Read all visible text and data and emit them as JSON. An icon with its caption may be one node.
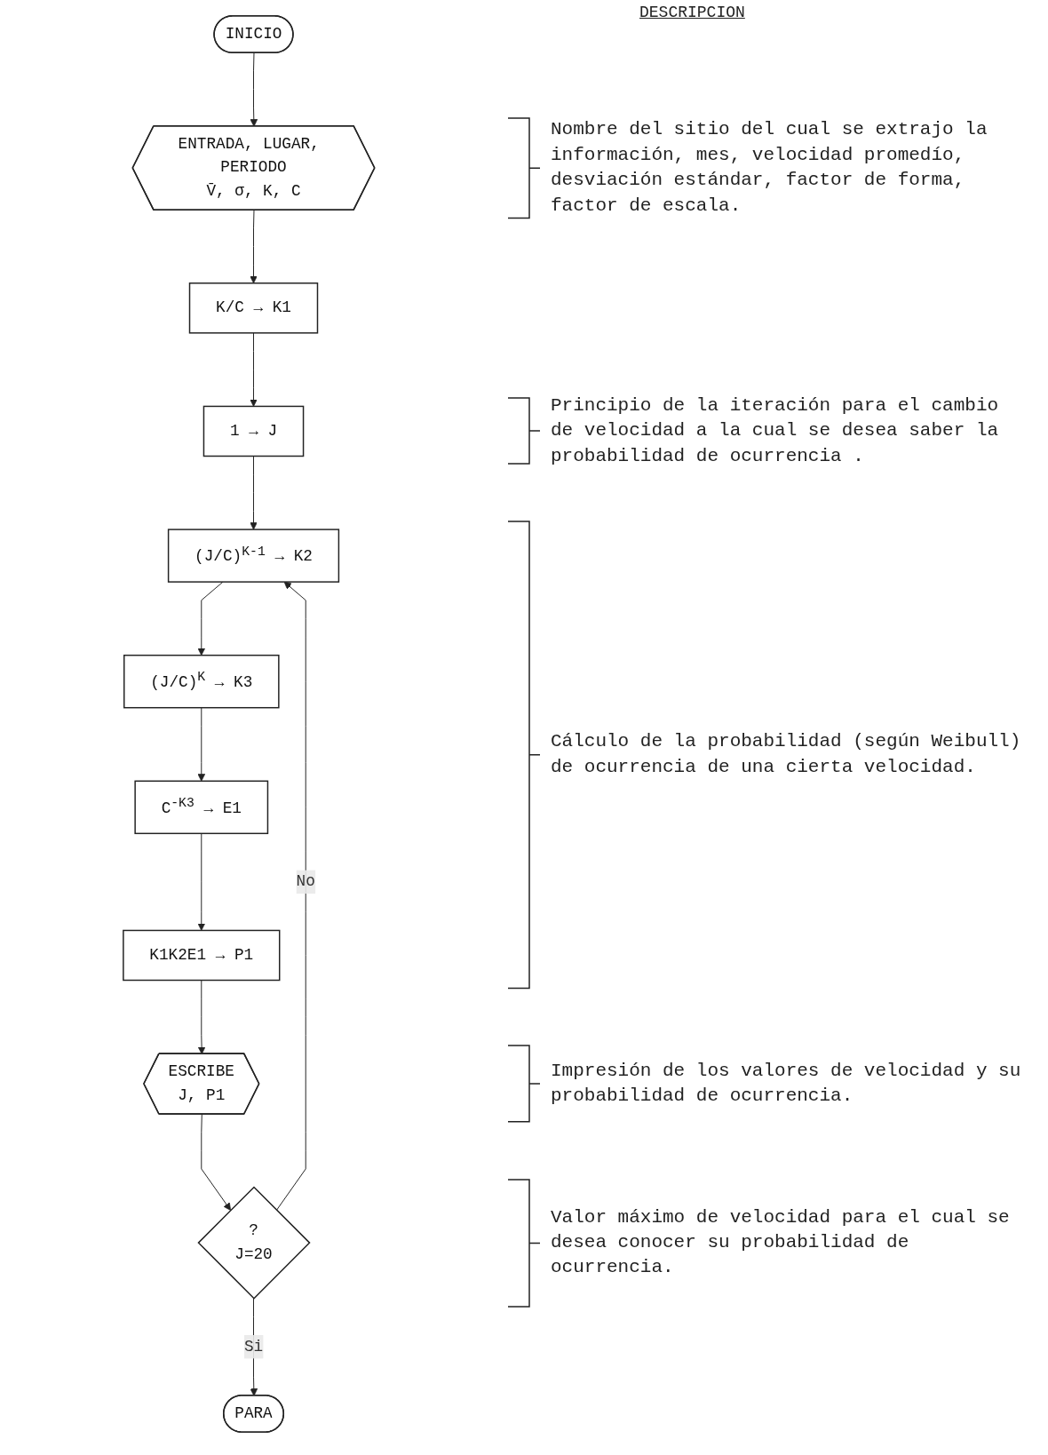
{
  "diagram": {
    "nodes": [
      {
        "text": [
          "INICIO"
        ]
      },
      {
        "text": [
          "ENTRADA, LUGAR, PERIODO",
          "V̄, σ, K, C"
        ]
      },
      {
        "text": [
          "K/C → K1"
        ]
      },
      {
        "text": [
          "1 → J"
        ]
      },
      {
        "text": [
          "(J/C)$^{K-1}$ → K2"
        ]
      },
      {
        "text": [
          "(J/C)$^{K}$ → K3"
        ]
      },
      {
        "text": [
          "C$^{-K3}$ → E1"
        ]
      },
      {
        "text": [
          "K1K2E1 → P1"
        ]
      },
      {
        "text": [
          "ESCRIBE",
          "J, P1"
        ]
      },
      {
        "text": [
          "?",
          "J=20"
        ]
      },
      {
        "text": [
          "PARA"
        ]
      }
    ],
    "edges": [
      {
        "from": 0,
        "to": 1,
        "arrow": "to"
      },
      {
        "from": 1,
        "to": 2,
        "arrow": "to"
      },
      {
        "from": 2,
        "to": 3,
        "arrow": "to"
      },
      {
        "from": 3,
        "to": 4,
        "arrow": "to"
      },
      {
        "from": 4,
        "to": 5,
        "arrow": "to"
      },
      {
        "from": 5,
        "to": 6,
        "arrow": "to"
      },
      {
        "from": 6,
        "to": 7,
        "arrow": "to"
      },
      {
        "from": 7,
        "to": 8,
        "arrow": "to"
      },
      {
        "from": 8,
        "to": 9,
        "arrow": "to"
      },
      {
        "from": 9,
        "to": 10,
        "label": "Si",
        "arrow": "to"
      },
      {
        "from": 9,
        "to": 4,
        "label": "No",
        "arrow": "to"
      }
    ],
    "labels": [
      "DESCRIPCION",
      "Nombre del sitio del cual se extrajo la información, mes, velocidad promedío, desviación estándar, factor de forma, factor de escala.",
      "Principio de la iteración para el cambio de velocidad a la cual se desea saber la probabilidad de ocurrencia .",
      "Cálculo de la probabilidad (según Weibull) de ocurrencia de una cierta velocidad.",
      "Impresión de los valores de velocidad y su probabilidad de ocurrencia.",
      "Valor máximo de velocidad para el cual se desea conocer su probabilidad de ocurrencia."
    ]
  }
}
